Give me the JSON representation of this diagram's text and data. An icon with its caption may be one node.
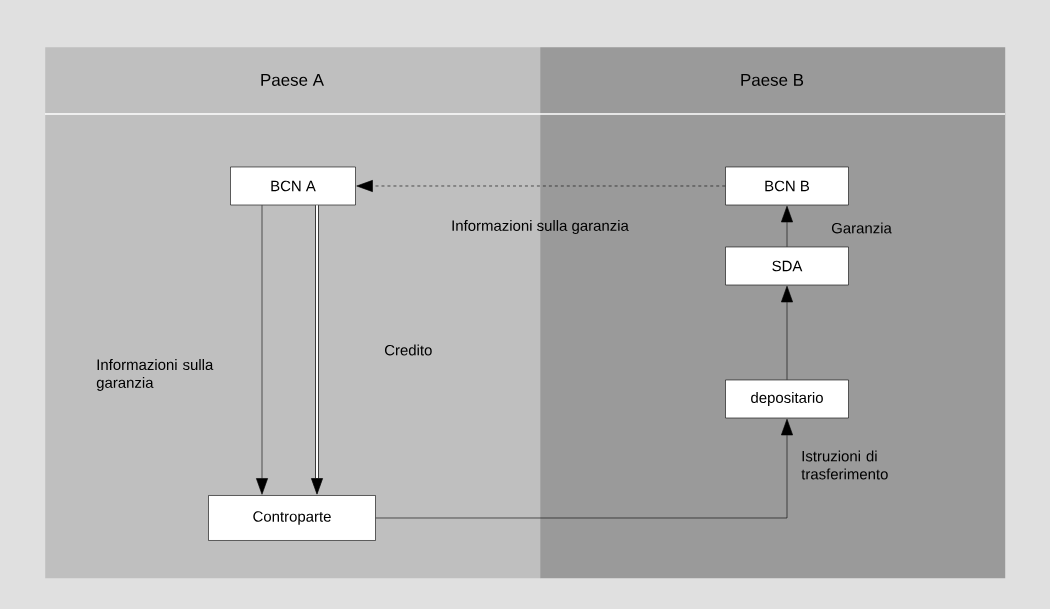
{
  "diagram": {
    "nodes": [
      {
        "text": [
          "Paese A"
        ]
      },
      {
        "text": [
          "Paese B"
        ]
      },
      {
        "text": [
          "BCN A"
        ],
        "in": 0
      },
      {
        "text": [
          "Controparte"
        ],
        "in": 0
      },
      {
        "text": [
          "BCN B"
        ],
        "in": 1
      },
      {
        "text": [
          "SDA"
        ],
        "in": 1
      },
      {
        "text": [
          "depositario"
        ],
        "in": 1
      }
    ],
    "edges": [
      {
        "from": 4,
        "to": 2,
        "arrow": "to",
        "style": "dashed",
        "label": "Informazioni sulla garanzia"
      },
      {
        "from": 2,
        "to": 3,
        "arrow": "to",
        "label": "Informazioni sulla garanzia"
      },
      {
        "from": 2,
        "to": 3,
        "arrow": "to",
        "style": "thick",
        "label": "Credito"
      },
      {
        "from": 5,
        "to": 4,
        "arrow": "to",
        "label": "Garanzia"
      },
      {
        "from": 6,
        "to": 5,
        "arrow": "to"
      },
      {
        "from": 3,
        "to": 6,
        "arrow": "to",
        "label": "Istruzioni di trasferimento"
      }
    ]
  }
}
